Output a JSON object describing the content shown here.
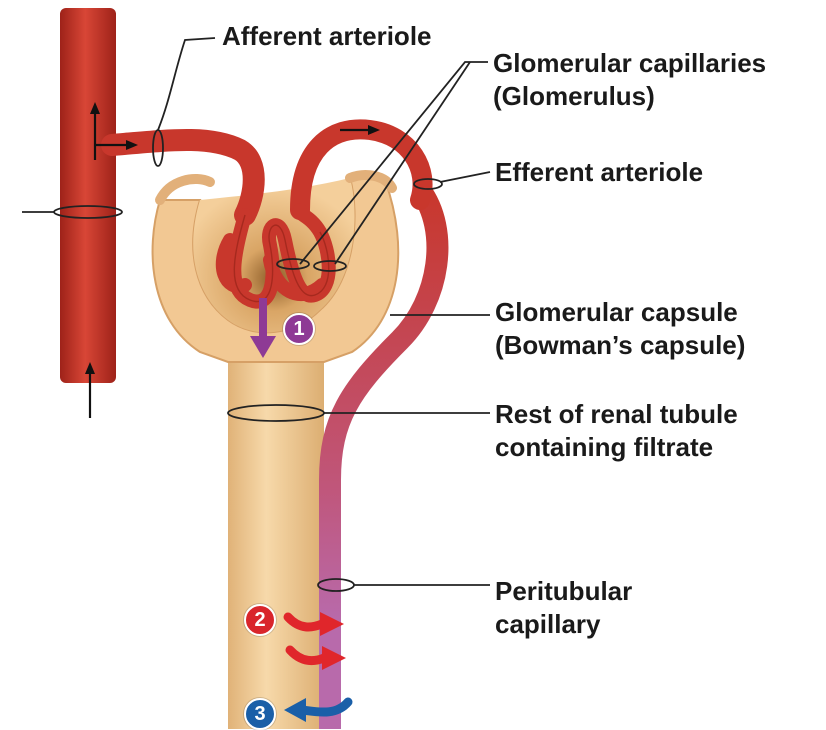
{
  "labels": {
    "afferent": "Afferent arteriole",
    "glomerular_capillaries": [
      "Glomerular capillaries",
      "(Glomerulus)"
    ],
    "efferent": "Efferent arteriole",
    "glomerular_capsule": [
      "Glomerular capsule",
      "(Bowman’s capsule)"
    ],
    "rest_of_tubule": [
      "Rest of renal tubule",
      "containing filtrate"
    ],
    "peritubular": [
      "Peritubular",
      "capillary"
    ]
  },
  "steps": [
    {
      "number": "1",
      "color": "#8e3a95"
    },
    {
      "number": "2",
      "color": "#d9252b"
    },
    {
      "number": "3",
      "color": "#1a5fa8"
    }
  ],
  "colors": {
    "artery": "#c8372c",
    "artery_dark": "#8f1f16",
    "capsule": "#f2c893",
    "capsule_dark": "#d6a066",
    "tubule": "#f3cf98",
    "peritubular": "#b86aab",
    "filtration_arrow": "#8e3a95",
    "reabsorption_arrow": "#e0262b",
    "secretion_arrow": "#1a5fa8"
  }
}
